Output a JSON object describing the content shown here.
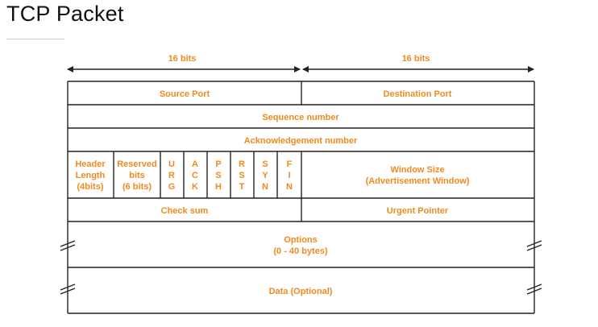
{
  "page": {
    "title": "TCP Packet"
  },
  "diagram": {
    "bit_labels": {
      "left": "16 bits",
      "right": "16 bits"
    },
    "rows": {
      "row1": {
        "source_port": "Source Port",
        "destination_port": "Destination Port"
      },
      "row2": {
        "sequence_number": "Sequence number"
      },
      "row3": {
        "ack_number": "Acknowledgement number"
      },
      "row4": {
        "header_length": [
          "Header",
          "Length",
          "(4bits)"
        ],
        "reserved": [
          "Reserved",
          "bits",
          "(6 bits)"
        ],
        "flags": [
          [
            "U",
            "R",
            "G"
          ],
          [
            "A",
            "C",
            "K"
          ],
          [
            "P",
            "S",
            "H"
          ],
          [
            "R",
            "S",
            "T"
          ],
          [
            "S",
            "Y",
            "N"
          ],
          [
            "F",
            "I",
            "N"
          ]
        ],
        "window_size": [
          "Window Size",
          "(Advertisement Window)"
        ]
      },
      "row5": {
        "checksum": "Check sum",
        "urgent_pointer": "Urgent Pointer"
      },
      "row6": {
        "options": [
          "Options",
          "(0 - 40 bytes)"
        ]
      },
      "row7": {
        "data": "Data (Optional)"
      }
    },
    "colors": {
      "label": "#f08a1e",
      "line": "#222222"
    }
  }
}
